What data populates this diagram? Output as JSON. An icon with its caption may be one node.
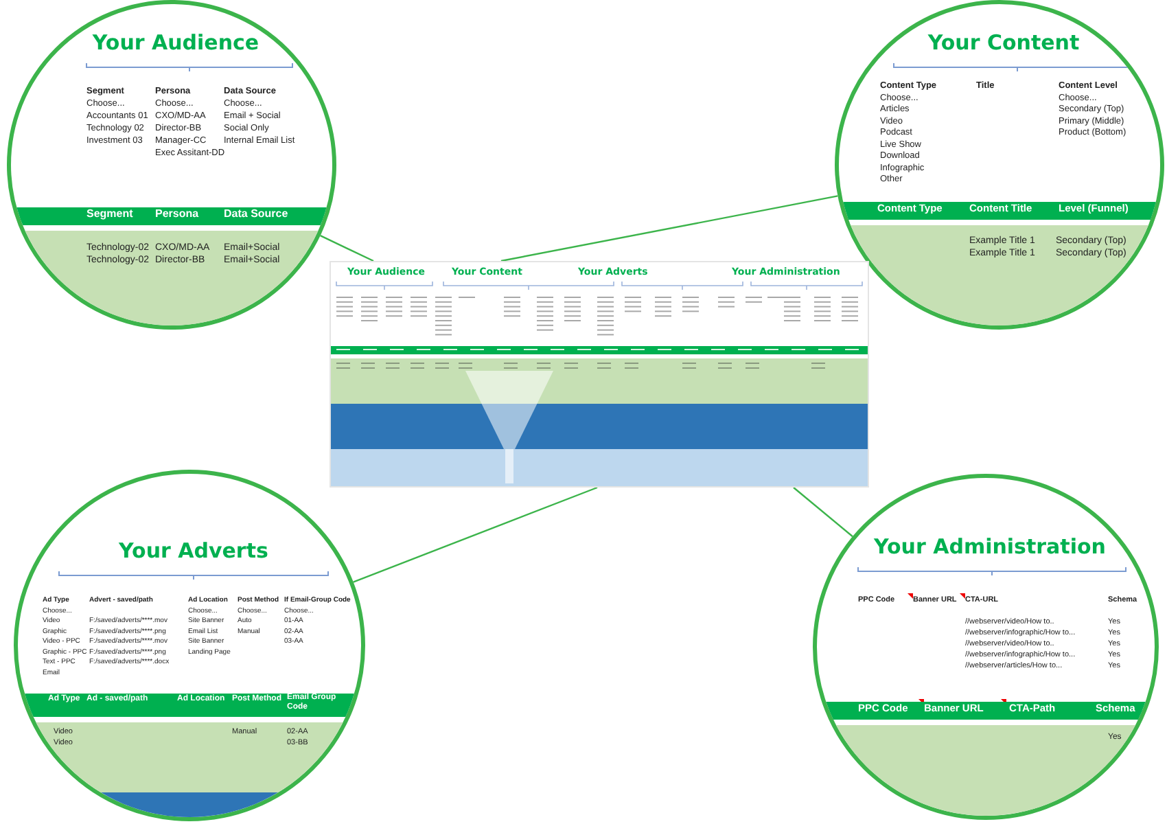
{
  "diagram": {
    "nodes": [
      {
        "text": [
          "Your Audience",
          "Segment",
          "Choose...",
          "Accountants 01",
          "Technology 02",
          "Investment 03",
          "Persona",
          "Choose...",
          "CXO/MD-AA",
          "Director-BB",
          "Manager-CC",
          "Exec Assitant-DD",
          "Data Source",
          "Choose...",
          "Email + Social",
          "Social Only",
          "Internal Email List",
          "Segment",
          "Persona",
          "Data Source",
          "Technology-02",
          "CXO/MD-AA",
          "Email+Social",
          "Technology-02",
          "Director-BB",
          "Email+Social"
        ]
      },
      {
        "text": [
          "Your Content",
          "Content Type",
          "Choose...",
          "Articles",
          "Video",
          "Podcast",
          "Live Show",
          "Download",
          "Infographic",
          "Other",
          "Title",
          "Content Level",
          "Choose...",
          "Secondary (Top)",
          "Primary (Middle)",
          "Product (Bottom)",
          "Content Type",
          "Content Title",
          "Level (Funnel)",
          "Example Title 1",
          "Secondary (Top)",
          "Example Title 1",
          "Secondary (Top)"
        ]
      },
      {
        "text": [
          "Your Adverts",
          "Ad Type",
          "Choose...",
          "Video",
          "Graphic",
          "Video - PPC",
          "Graphic - PPC",
          "Text - PPC",
          "Email",
          "Advert - saved/path",
          "F:/saved/adverts/****.mov",
          "F:/saved/adverts/****.png",
          "F:/saved/adverts/****.mov",
          "F:/saved/adverts/****.png",
          "F:/saved/adverts/****.docx",
          "Ad Location",
          "Choose...",
          "Site Banner",
          "Email List",
          "Site Banner",
          "Landing Page",
          "Post Method",
          "Choose...",
          "Auto",
          "Manual",
          "If Email-Group Code",
          "Choose...",
          "01-AA",
          "02-AA",
          "03-AA",
          "Ad Type",
          "Ad - saved/path",
          "Ad Location",
          "Post Method",
          "Email Group Code",
          "Video",
          "Manual",
          "02-AA",
          "Video",
          "03-BB"
        ]
      },
      {
        "text": [
          "Your Administration",
          "PPC Code",
          "Banner URL",
          "CTA-URL",
          "//webserver/video/How to..",
          "//webserver/infographic/How to...",
          "//webserver/video/How to..",
          "//webserver/infographic/How to...",
          "//webserver/articles/How to...",
          "Schema",
          "Yes",
          "Yes",
          "Yes",
          "Yes",
          "Yes",
          "PPC Code",
          "Banner URL",
          "CTA-Path",
          "Schema",
          "Yes"
        ]
      },
      {
        "text": [
          "Your Audience",
          "Your Content",
          "Your Adverts",
          "Your Administration"
        ]
      }
    ],
    "edges": [
      {
        "from": 0,
        "to": 4,
        "arrow": "none"
      },
      {
        "from": 1,
        "to": 4,
        "arrow": "none"
      },
      {
        "from": 2,
        "to": 4,
        "arrow": "none"
      },
      {
        "from": 3,
        "to": 4,
        "arrow": "none"
      }
    ]
  }
}
